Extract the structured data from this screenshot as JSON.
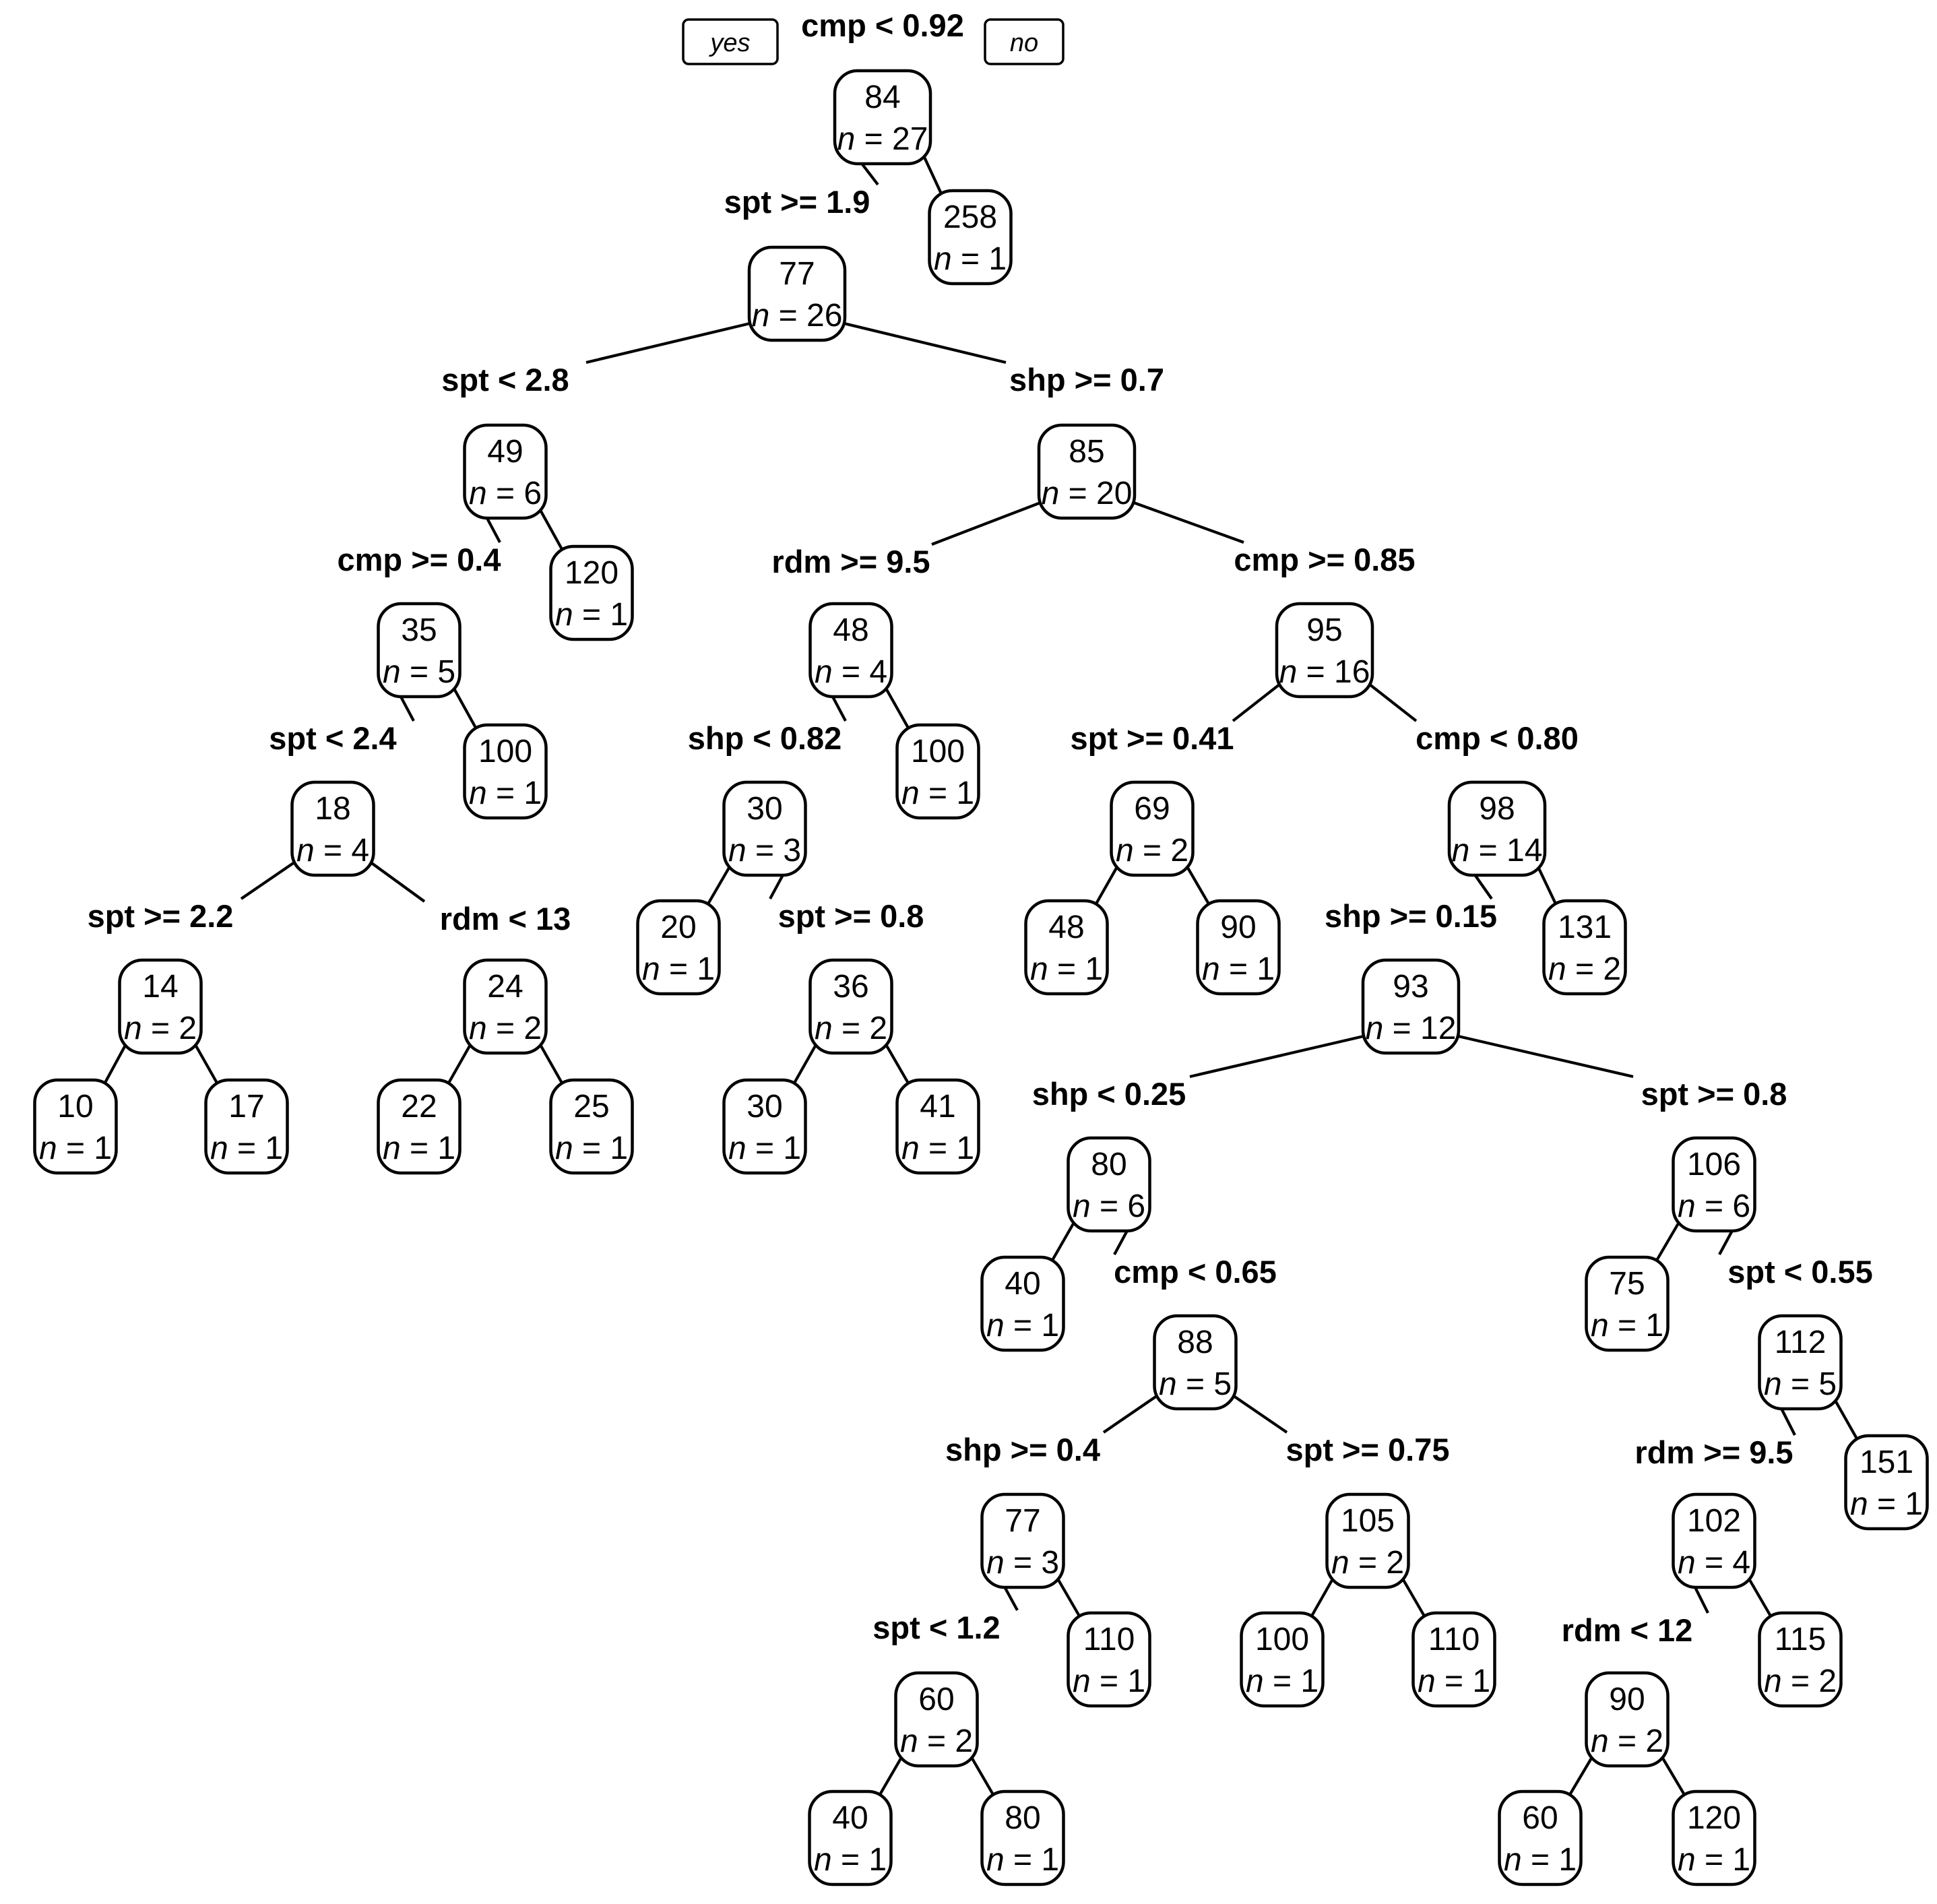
{
  "branch_labels": {
    "yes": "yes",
    "no": "no"
  },
  "n_label": "n",
  "nodes": [
    {
      "id": "n1",
      "value": "84",
      "n": "27",
      "split": "cmp < 0.92"
    },
    {
      "id": "n2",
      "value": "77",
      "n": "26",
      "split": "spt >= 1.9"
    },
    {
      "id": "n3",
      "value": "258",
      "n": "1"
    },
    {
      "id": "n4",
      "value": "49",
      "n": "6",
      "split": "spt < 2.8"
    },
    {
      "id": "n5",
      "value": "85",
      "n": "20",
      "split": "shp >= 0.7"
    },
    {
      "id": "n6",
      "value": "35",
      "n": "5",
      "split": "cmp >= 0.4"
    },
    {
      "id": "n7",
      "value": "120",
      "n": "1"
    },
    {
      "id": "n8",
      "value": "18",
      "n": "4",
      "split": "spt < 2.4"
    },
    {
      "id": "n9",
      "value": "100",
      "n": "1"
    },
    {
      "id": "n10",
      "value": "14",
      "n": "2",
      "split": "spt >= 2.2"
    },
    {
      "id": "n11",
      "value": "24",
      "n": "2",
      "split": "rdm < 13"
    },
    {
      "id": "n12",
      "value": "10",
      "n": "1"
    },
    {
      "id": "n13",
      "value": "17",
      "n": "1"
    },
    {
      "id": "n14",
      "value": "22",
      "n": "1"
    },
    {
      "id": "n15",
      "value": "25",
      "n": "1"
    },
    {
      "id": "n16",
      "value": "48",
      "n": "4",
      "split": "rdm >= 9.5"
    },
    {
      "id": "n17",
      "value": "95",
      "n": "16",
      "split": "cmp >= 0.85"
    },
    {
      "id": "n18",
      "value": "30",
      "n": "3",
      "split": "shp < 0.82"
    },
    {
      "id": "n19",
      "value": "100",
      "n": "1"
    },
    {
      "id": "n20",
      "value": "20",
      "n": "1"
    },
    {
      "id": "n21",
      "value": "36",
      "n": "2",
      "split": "spt >= 0.8"
    },
    {
      "id": "n22",
      "value": "30",
      "n": "1"
    },
    {
      "id": "n23",
      "value": "41",
      "n": "1"
    },
    {
      "id": "n24",
      "value": "69",
      "n": "2",
      "split": "spt >= 0.41"
    },
    {
      "id": "n25",
      "value": "98",
      "n": "14",
      "split": "cmp < 0.80"
    },
    {
      "id": "n26",
      "value": "48",
      "n": "1"
    },
    {
      "id": "n27",
      "value": "90",
      "n": "1"
    },
    {
      "id": "n28",
      "value": "93",
      "n": "12",
      "split": "shp >= 0.15"
    },
    {
      "id": "n29",
      "value": "131",
      "n": "2"
    },
    {
      "id": "n30",
      "value": "80",
      "n": "6",
      "split": "shp < 0.25"
    },
    {
      "id": "n31",
      "value": "106",
      "n": "6",
      "split": "spt >= 0.8"
    },
    {
      "id": "n32",
      "value": "40",
      "n": "1"
    },
    {
      "id": "n33",
      "value": "88",
      "n": "5",
      "split": "cmp < 0.65"
    },
    {
      "id": "n34",
      "value": "77",
      "n": "3",
      "split": "shp >= 0.4"
    },
    {
      "id": "n35",
      "value": "105",
      "n": "2",
      "split": "spt >= 0.75"
    },
    {
      "id": "n36",
      "value": "60",
      "n": "2",
      "split": "spt < 1.2"
    },
    {
      "id": "n37",
      "value": "110",
      "n": "1"
    },
    {
      "id": "n38",
      "value": "40",
      "n": "1"
    },
    {
      "id": "n39",
      "value": "80",
      "n": "1"
    },
    {
      "id": "n40",
      "value": "100",
      "n": "1"
    },
    {
      "id": "n41",
      "value": "110",
      "n": "1"
    },
    {
      "id": "n42",
      "value": "75",
      "n": "1"
    },
    {
      "id": "n43",
      "value": "112",
      "n": "5",
      "split": "spt < 0.55"
    },
    {
      "id": "n44",
      "value": "102",
      "n": "4",
      "split": "rdm >= 9.5"
    },
    {
      "id": "n45",
      "value": "151",
      "n": "1"
    },
    {
      "id": "n46",
      "value": "90",
      "n": "2",
      "split": "rdm < 12"
    },
    {
      "id": "n47",
      "value": "115",
      "n": "2"
    },
    {
      "id": "n48",
      "value": "60",
      "n": "1"
    },
    {
      "id": "n49",
      "value": "120",
      "n": "1"
    }
  ],
  "edges": [
    [
      "n1",
      "n2"
    ],
    [
      "n1",
      "n3"
    ],
    [
      "n2",
      "n4"
    ],
    [
      "n2",
      "n5"
    ],
    [
      "n4",
      "n6"
    ],
    [
      "n4",
      "n7"
    ],
    [
      "n6",
      "n8"
    ],
    [
      "n6",
      "n9"
    ],
    [
      "n8",
      "n10"
    ],
    [
      "n8",
      "n11"
    ],
    [
      "n10",
      "n12"
    ],
    [
      "n10",
      "n13"
    ],
    [
      "n11",
      "n14"
    ],
    [
      "n11",
      "n15"
    ],
    [
      "n5",
      "n16"
    ],
    [
      "n5",
      "n17"
    ],
    [
      "n16",
      "n18"
    ],
    [
      "n16",
      "n19"
    ],
    [
      "n18",
      "n20"
    ],
    [
      "n18",
      "n21"
    ],
    [
      "n21",
      "n22"
    ],
    [
      "n21",
      "n23"
    ],
    [
      "n17",
      "n24"
    ],
    [
      "n17",
      "n25"
    ],
    [
      "n24",
      "n26"
    ],
    [
      "n24",
      "n27"
    ],
    [
      "n25",
      "n28"
    ],
    [
      "n25",
      "n29"
    ],
    [
      "n28",
      "n30"
    ],
    [
      "n28",
      "n31"
    ],
    [
      "n30",
      "n32"
    ],
    [
      "n30",
      "n33"
    ],
    [
      "n33",
      "n34"
    ],
    [
      "n33",
      "n35"
    ],
    [
      "n34",
      "n36"
    ],
    [
      "n34",
      "n37"
    ],
    [
      "n36",
      "n38"
    ],
    [
      "n36",
      "n39"
    ],
    [
      "n35",
      "n40"
    ],
    [
      "n35",
      "n41"
    ],
    [
      "n31",
      "n42"
    ],
    [
      "n31",
      "n43"
    ],
    [
      "n43",
      "n44"
    ],
    [
      "n43",
      "n45"
    ],
    [
      "n44",
      "n46"
    ],
    [
      "n44",
      "n47"
    ],
    [
      "n46",
      "n48"
    ],
    [
      "n46",
      "n49"
    ]
  ]
}
